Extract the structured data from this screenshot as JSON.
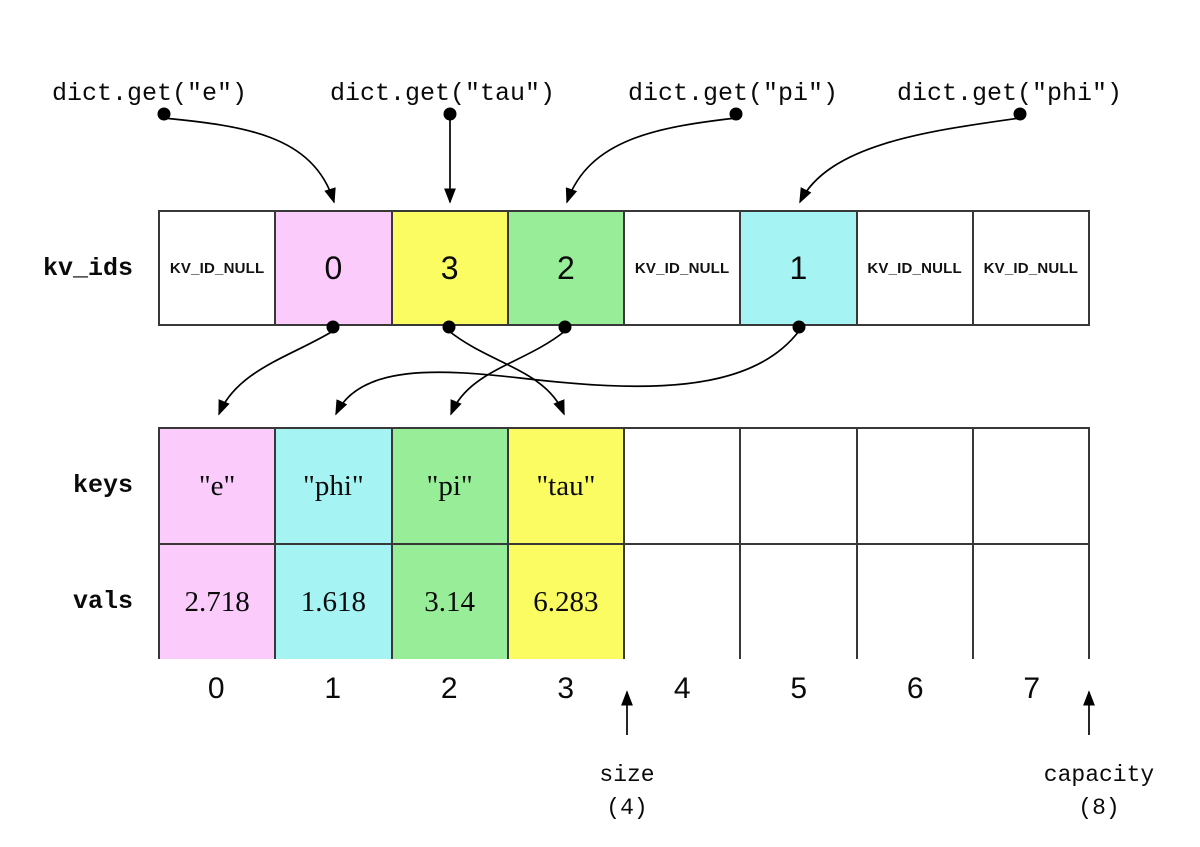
{
  "colors": {
    "pink": "#fbcbfb",
    "yellow": "#fbfb62",
    "green": "#98ee98",
    "cyan": "#a6f3f3",
    "white": "#ffffff",
    "line": "#000000",
    "border": "#383838"
  },
  "queries": [
    {
      "label": "dict.get(\"e\")"
    },
    {
      "label": "dict.get(\"tau\")"
    },
    {
      "label": "dict.get(\"pi\")"
    },
    {
      "label": "dict.get(\"phi\")"
    }
  ],
  "arrays": {
    "kv_ids": {
      "label": "kv_ids",
      "cells": [
        {
          "text": "KV_ID_NULL",
          "color": "white"
        },
        {
          "text": "0",
          "color": "pink"
        },
        {
          "text": "3",
          "color": "yellow"
        },
        {
          "text": "2",
          "color": "green"
        },
        {
          "text": "KV_ID_NULL",
          "color": "white"
        },
        {
          "text": "1",
          "color": "cyan"
        },
        {
          "text": "KV_ID_NULL",
          "color": "white"
        },
        {
          "text": "KV_ID_NULL",
          "color": "white"
        }
      ]
    },
    "keys": {
      "label": "keys",
      "cells": [
        {
          "text": "\"e\"",
          "color": "pink"
        },
        {
          "text": "\"phi\"",
          "color": "cyan"
        },
        {
          "text": "\"pi\"",
          "color": "green"
        },
        {
          "text": "\"tau\"",
          "color": "yellow"
        },
        {
          "text": "",
          "color": "white"
        },
        {
          "text": "",
          "color": "white"
        },
        {
          "text": "",
          "color": "white"
        },
        {
          "text": "",
          "color": "white"
        }
      ]
    },
    "vals": {
      "label": "vals",
      "cells": [
        {
          "text": "2.718",
          "color": "pink"
        },
        {
          "text": "1.618",
          "color": "cyan"
        },
        {
          "text": "3.14",
          "color": "green"
        },
        {
          "text": "6.283",
          "color": "yellow"
        },
        {
          "text": "",
          "color": "white"
        },
        {
          "text": "",
          "color": "white"
        },
        {
          "text": "",
          "color": "white"
        },
        {
          "text": "",
          "color": "white"
        }
      ]
    }
  },
  "indices": [
    "0",
    "1",
    "2",
    "3",
    "4",
    "5",
    "6",
    "7"
  ],
  "markers": {
    "size": {
      "label": "size",
      "value": "(4)"
    },
    "capacity": {
      "label": "capacity",
      "value": "(8)"
    }
  }
}
